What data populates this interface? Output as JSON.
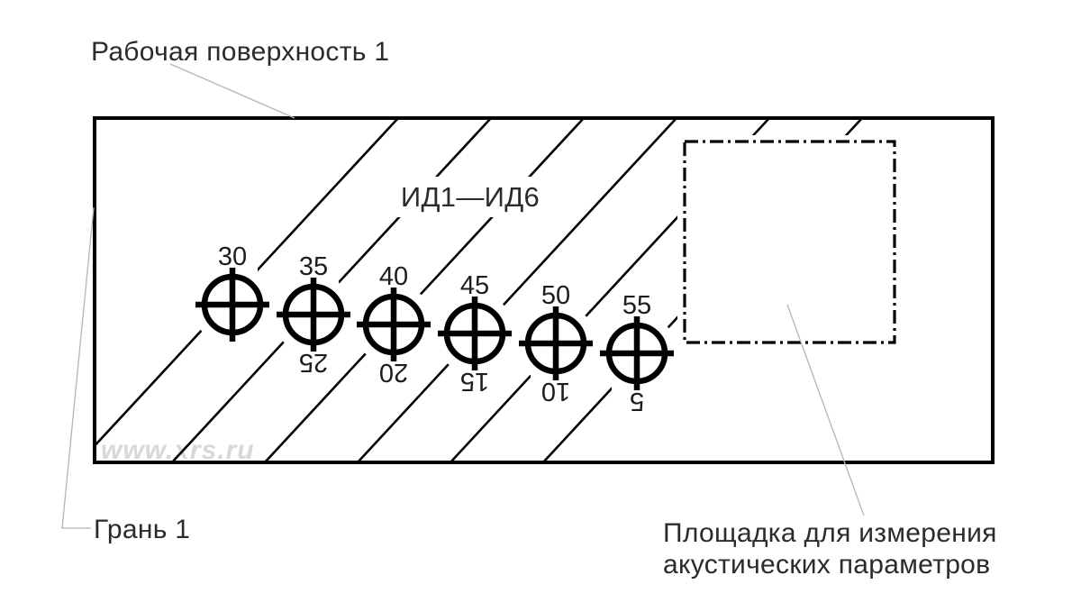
{
  "labels": {
    "title": "Рабочая поверхность 1",
    "reflectors": "ИД1—ИД6",
    "edge": "Грань 1",
    "area_line1": "Площадка для измерения",
    "area_line2": "акустических параметров"
  },
  "watermark": "www.xrs.ru",
  "targets": [
    {
      "top_label": "30",
      "bottom_label": ""
    },
    {
      "top_label": "35",
      "bottom_label": "25"
    },
    {
      "top_label": "40",
      "bottom_label": "20"
    },
    {
      "top_label": "45",
      "bottom_label": "15"
    },
    {
      "top_label": "50",
      "bottom_label": "10"
    },
    {
      "top_label": "55",
      "bottom_label": "5"
    }
  ],
  "colors": {
    "ink": "#000000",
    "text": "#2b2b2b",
    "leader": "#b5b5b5",
    "watermark": "#d8d8d8"
  }
}
